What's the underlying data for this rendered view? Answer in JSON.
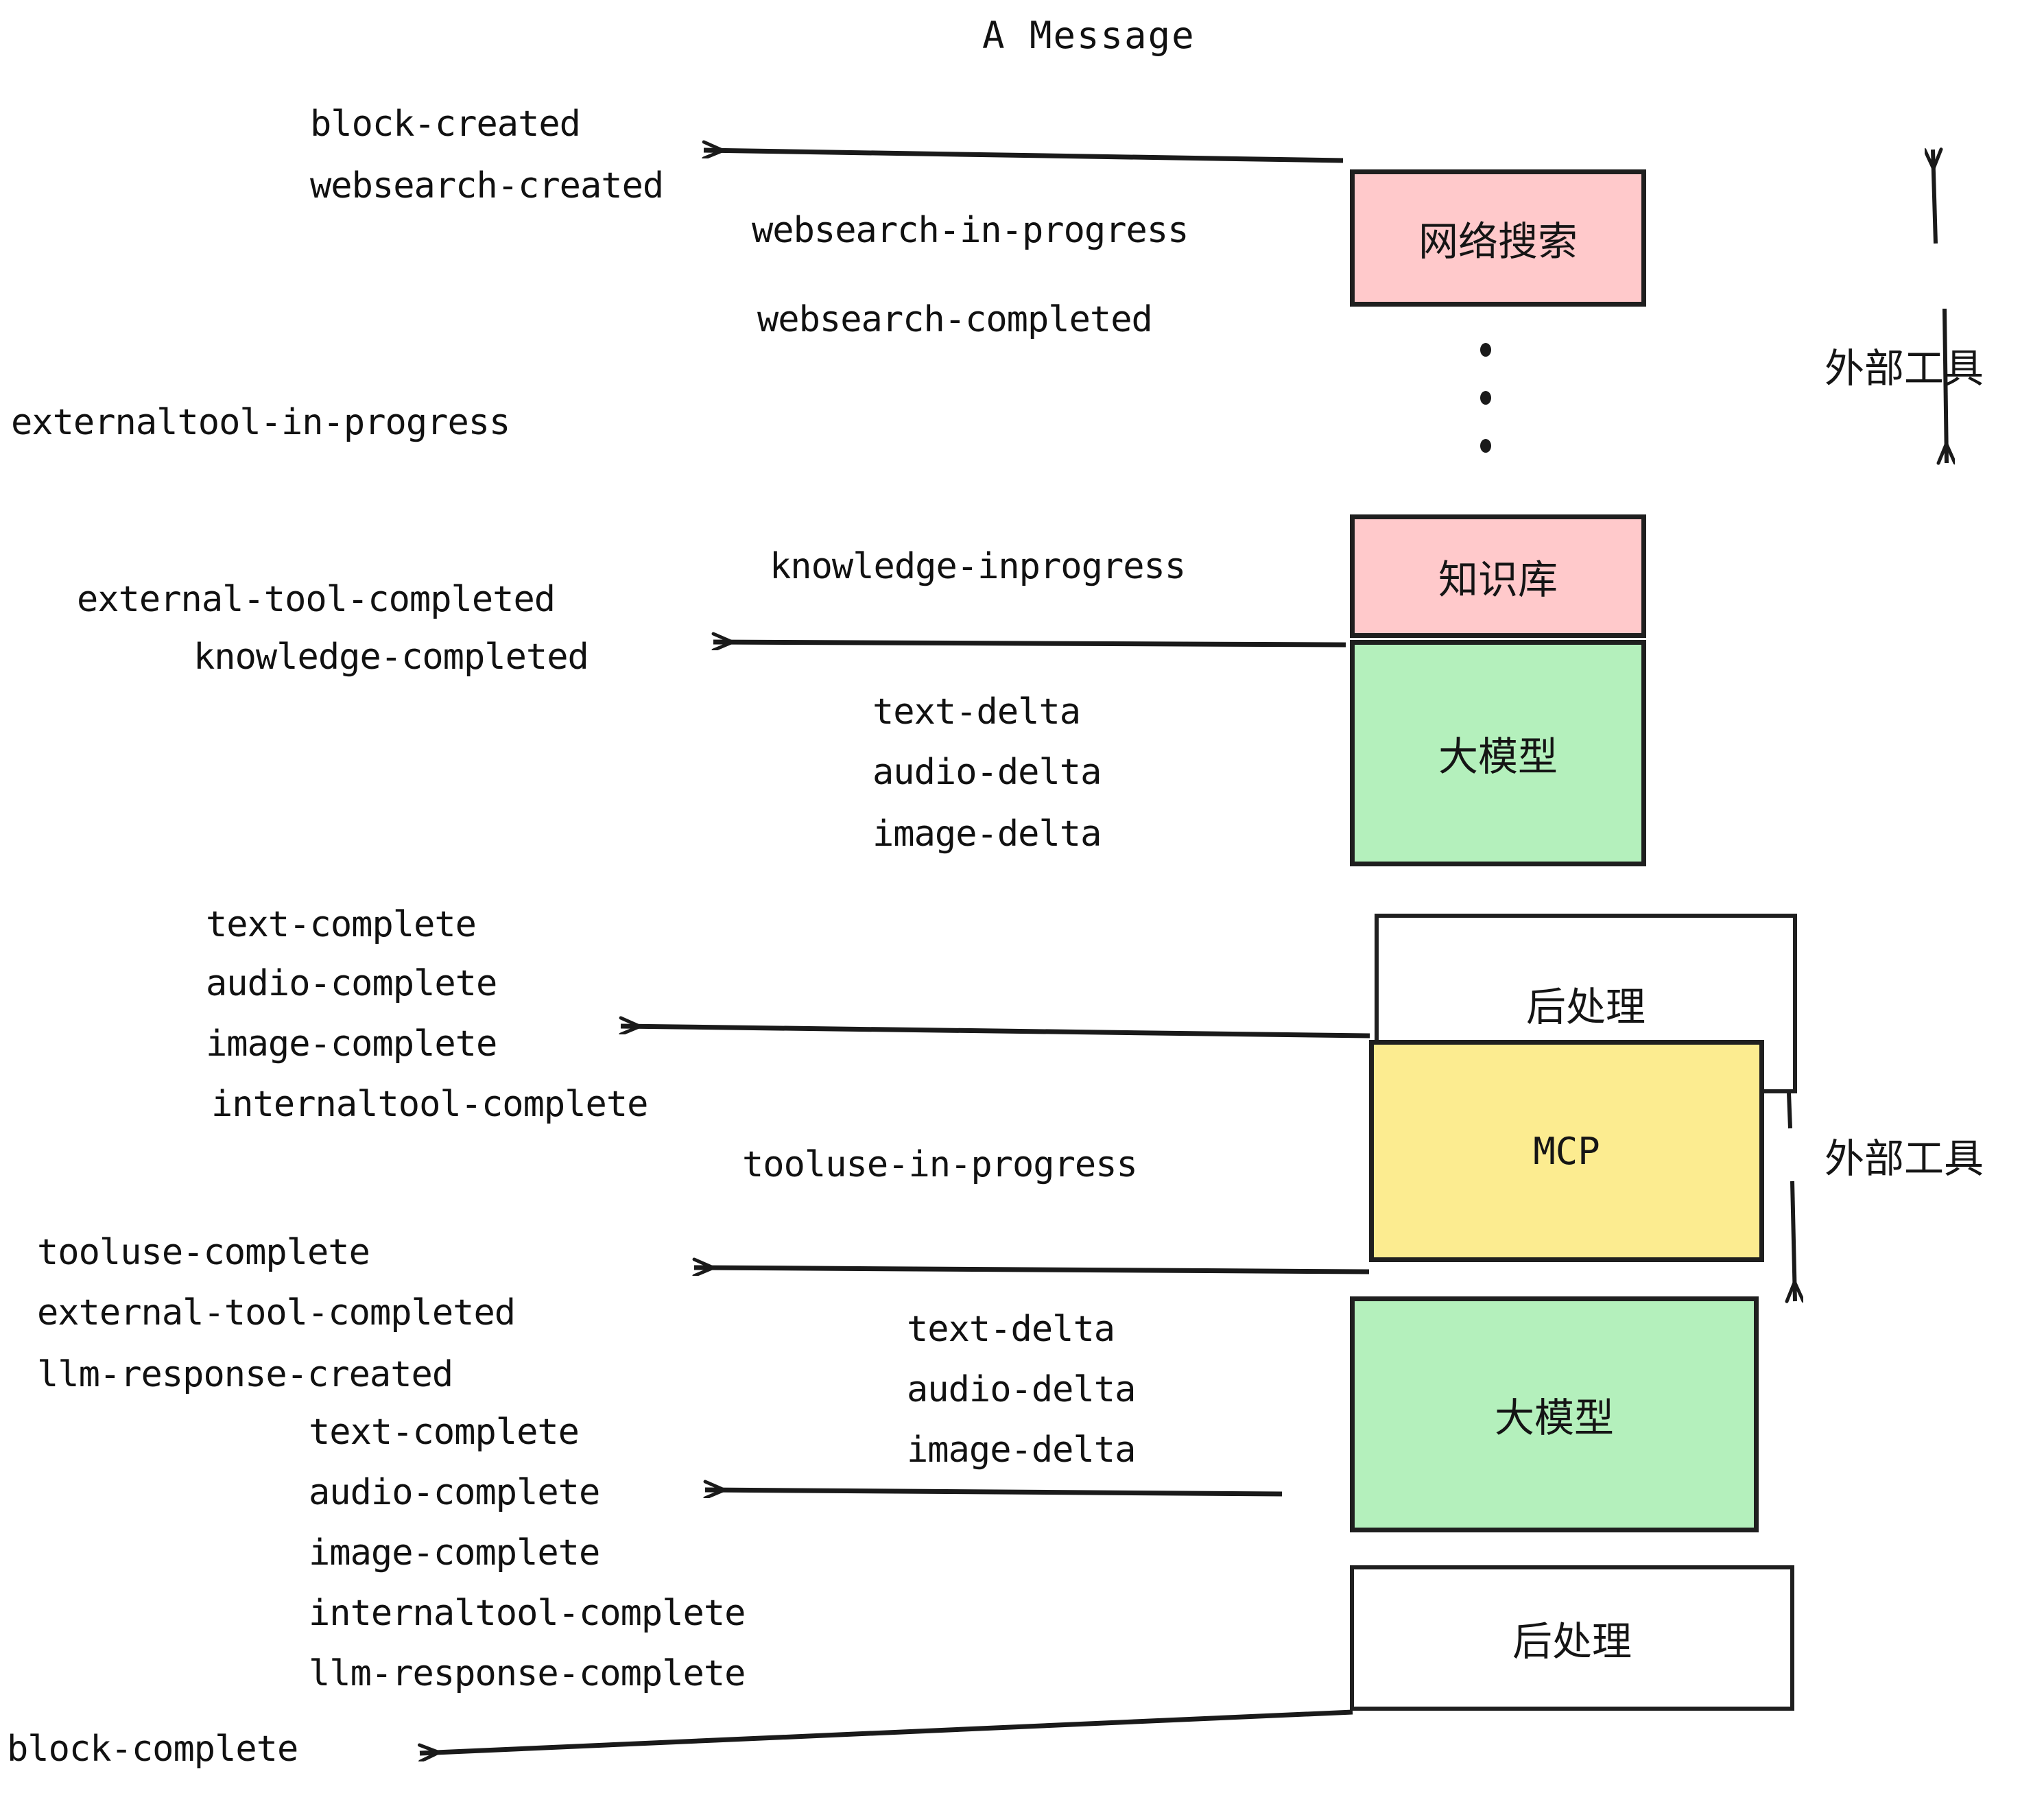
{
  "title": "A Message",
  "colors": {
    "pink": "#FFC9CB",
    "green": "#B4F0BC",
    "yellow": "#FCEC90",
    "white": "#FFFFFF",
    "stroke": "#1f1f1f",
    "text": "#111111"
  },
  "boxes": [
    {
      "name": "websearch",
      "label": "网络搜索",
      "fill": "#FFC9CB"
    },
    {
      "name": "knowledge",
      "label": "知识库",
      "fill": "#FFC9CB"
    },
    {
      "name": "llm-1",
      "label": "大模型",
      "fill": "#B4F0BC"
    },
    {
      "name": "postprocess-1",
      "label": "后处理",
      "fill": "#FFFFFF"
    },
    {
      "name": "mcp",
      "label": "MCP",
      "fill": "#FCEC90"
    },
    {
      "name": "llm-2",
      "label": "大模型",
      "fill": "#B4F0BC"
    },
    {
      "name": "postprocess-2",
      "label": "后处理",
      "fill": "#FFFFFF"
    }
  ],
  "side_labels": [
    {
      "name": "external-tool-top",
      "text": "外部工具"
    },
    {
      "name": "external-tool-bottom",
      "text": "外部工具"
    }
  ],
  "events": {
    "block_created": "block-created",
    "websearch_created": "websearch-created",
    "websearch_in_progress": "websearch-in-progress",
    "websearch_completed": "websearch-completed",
    "externaltool_in_progress": "externaltool-in-progress",
    "knowledge_inprogress": "knowledge-inprogress",
    "external_tool_completed_1": "external-tool-completed",
    "knowledge_completed": "knowledge-completed",
    "text_delta_1": "text-delta",
    "audio_delta_1": "audio-delta",
    "image_delta_1": "image-delta",
    "text_complete_1": "text-complete",
    "audio_complete_1": "audio-complete",
    "image_complete_1": "image-complete",
    "internaltool_complete_1": "internaltool-complete",
    "tooluse_in_progress": "tooluse-in-progress",
    "tooluse_complete": "tooluse-complete",
    "external_tool_completed_2": "external-tool-completed",
    "llm_response_created": "llm-response-created",
    "text_delta_2": "text-delta",
    "audio_delta_2": "audio-delta",
    "image_delta_2": "image-delta",
    "text_complete_2": "text-complete",
    "audio_complete_2": "audio-complete",
    "image_complete_2": "image-complete",
    "internaltool_complete_2": "internaltool-complete",
    "llm_response_complete": "llm-response-complete",
    "block_complete": "block-complete"
  }
}
